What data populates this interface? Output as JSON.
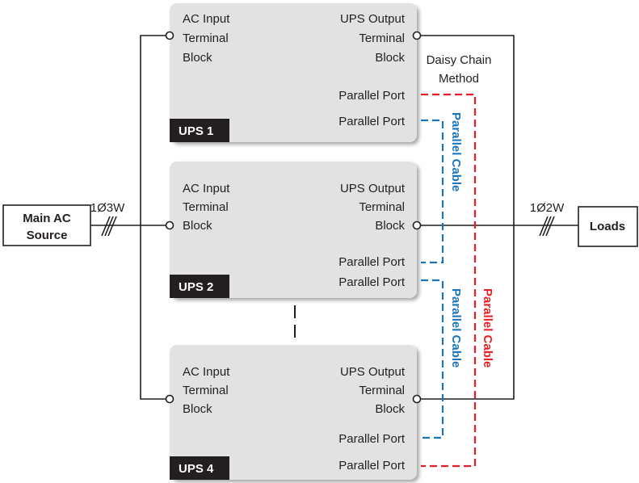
{
  "source": {
    "line1": "Main AC",
    "line2": "Source",
    "wiring": "1Ø3W"
  },
  "loads": {
    "label": "Loads",
    "wiring": "1Ø2W"
  },
  "units": [
    {
      "badge": "UPS 1",
      "in1": "AC Input",
      "in2": "Terminal",
      "in3": "Block",
      "out1": "UPS Output",
      "out2": "Terminal",
      "out3": "Block",
      "port_a": "Parallel Port",
      "port_b": "Parallel Port"
    },
    {
      "badge": "UPS 2",
      "in1": "AC Input",
      "in2": "Terminal",
      "in3": "Block",
      "out1": "UPS Output",
      "out2": "Terminal",
      "out3": "Block",
      "port_a": "Parallel Port",
      "port_b": "Parallel Port"
    },
    {
      "badge": "UPS 4",
      "in1": "AC Input",
      "in2": "Terminal",
      "in3": "Block",
      "out1": "UPS Output",
      "out2": "Terminal",
      "out3": "Block",
      "port_a": "Parallel Port",
      "port_b": "Parallel Port"
    }
  ],
  "daisy": {
    "line1": "Daisy Chain",
    "line2": "Method"
  },
  "cables": {
    "blue_1": "Parallel Cable",
    "blue_2": "Parallel Cable",
    "red": "Parallel Cable"
  },
  "colors": {
    "box_fill": "#e2e2e3",
    "badge": "#231f20",
    "blue": "#1a75bc",
    "red": "#ec1c24",
    "wire": "#231f20"
  }
}
